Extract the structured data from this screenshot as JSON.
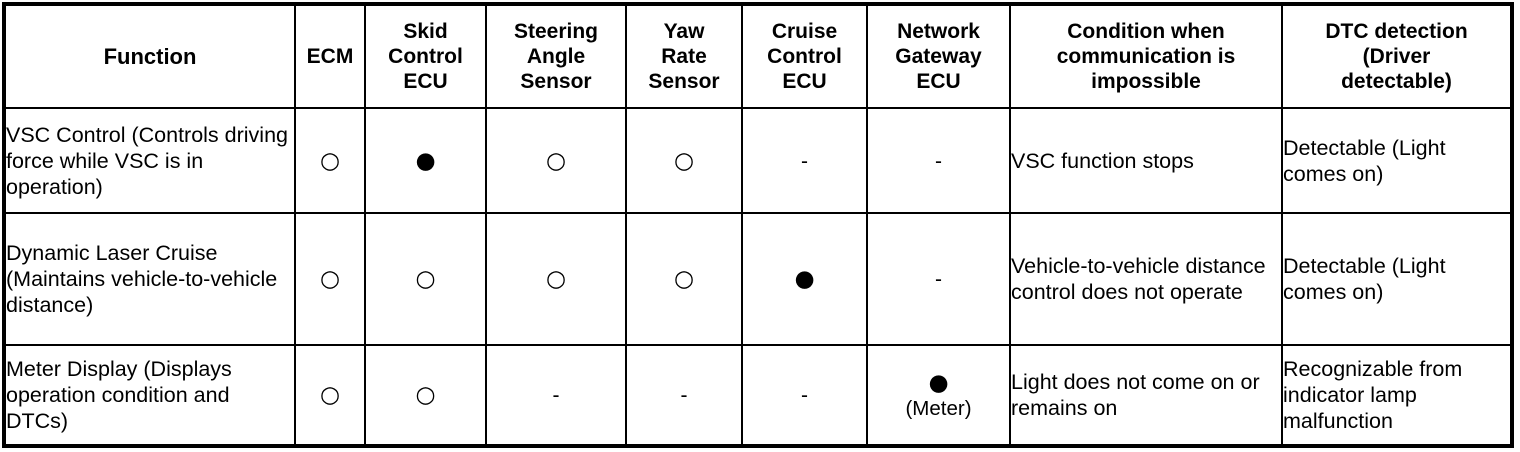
{
  "table": {
    "columns": [
      {
        "key": "function",
        "label": "Function"
      },
      {
        "key": "ecm",
        "label": "ECM"
      },
      {
        "key": "skid",
        "label": "Skid\nControl\nECU",
        "lines": [
          "Skid",
          "Control",
          "ECU"
        ]
      },
      {
        "key": "steering",
        "label": "Steering\nAngle\nSensor",
        "lines": [
          "Steering",
          "Angle",
          "Sensor"
        ]
      },
      {
        "key": "yaw",
        "label": "Yaw\nRate\nSensor",
        "lines": [
          "Yaw",
          "Rate",
          "Sensor"
        ]
      },
      {
        "key": "cruise",
        "label": "Cruise\nControl\nECU",
        "lines": [
          "Cruise",
          "Control",
          "ECU"
        ]
      },
      {
        "key": "network",
        "label": "Network\nGateway\nECU",
        "lines": [
          "Network",
          "Gateway",
          "ECU"
        ]
      },
      {
        "key": "condition",
        "label": "Condition when\ncommunication is\nimpossible",
        "lines": [
          "Condition when",
          "communication is",
          "impossible"
        ]
      },
      {
        "key": "dtc",
        "label": "DTC detection\n(Driver\ndetectable)",
        "lines": [
          "DTC detection",
          "(Driver",
          "detectable)"
        ]
      }
    ],
    "symbols": {
      "open_circle": "○",
      "filled_circle": "●",
      "dash": "-"
    },
    "rows": [
      {
        "function": "VSC Control (Controls driving force while VSC is in operation)",
        "ecm": "○",
        "skid": "●",
        "steering": "○",
        "yaw": "○",
        "cruise": "-",
        "network": "-",
        "network_note": "",
        "condition": "VSC function stops",
        "dtc": "Detectable (Light comes on)"
      },
      {
        "function": "Dynamic Laser Cruise (Maintains vehicle-to-vehicle distance)",
        "ecm": "○",
        "skid": "○",
        "steering": "○",
        "yaw": "○",
        "cruise": "●",
        "network": "-",
        "network_note": "",
        "condition": "Vehicle-to-vehicle distance control does not operate",
        "dtc": "Detectable (Light comes on)"
      },
      {
        "function": "Meter Display (Displays operation condition and DTCs)",
        "ecm": "○",
        "skid": "○",
        "steering": "-",
        "yaw": "-",
        "cruise": "-",
        "network": "●",
        "network_note": "(Meter)",
        "condition": "Light does not come on or remains on",
        "dtc": "Recognizable from indicator lamp malfunction"
      }
    ]
  },
  "style": {
    "text_color": "#000000",
    "background_color": "#ffffff",
    "border_color": "#000000"
  }
}
